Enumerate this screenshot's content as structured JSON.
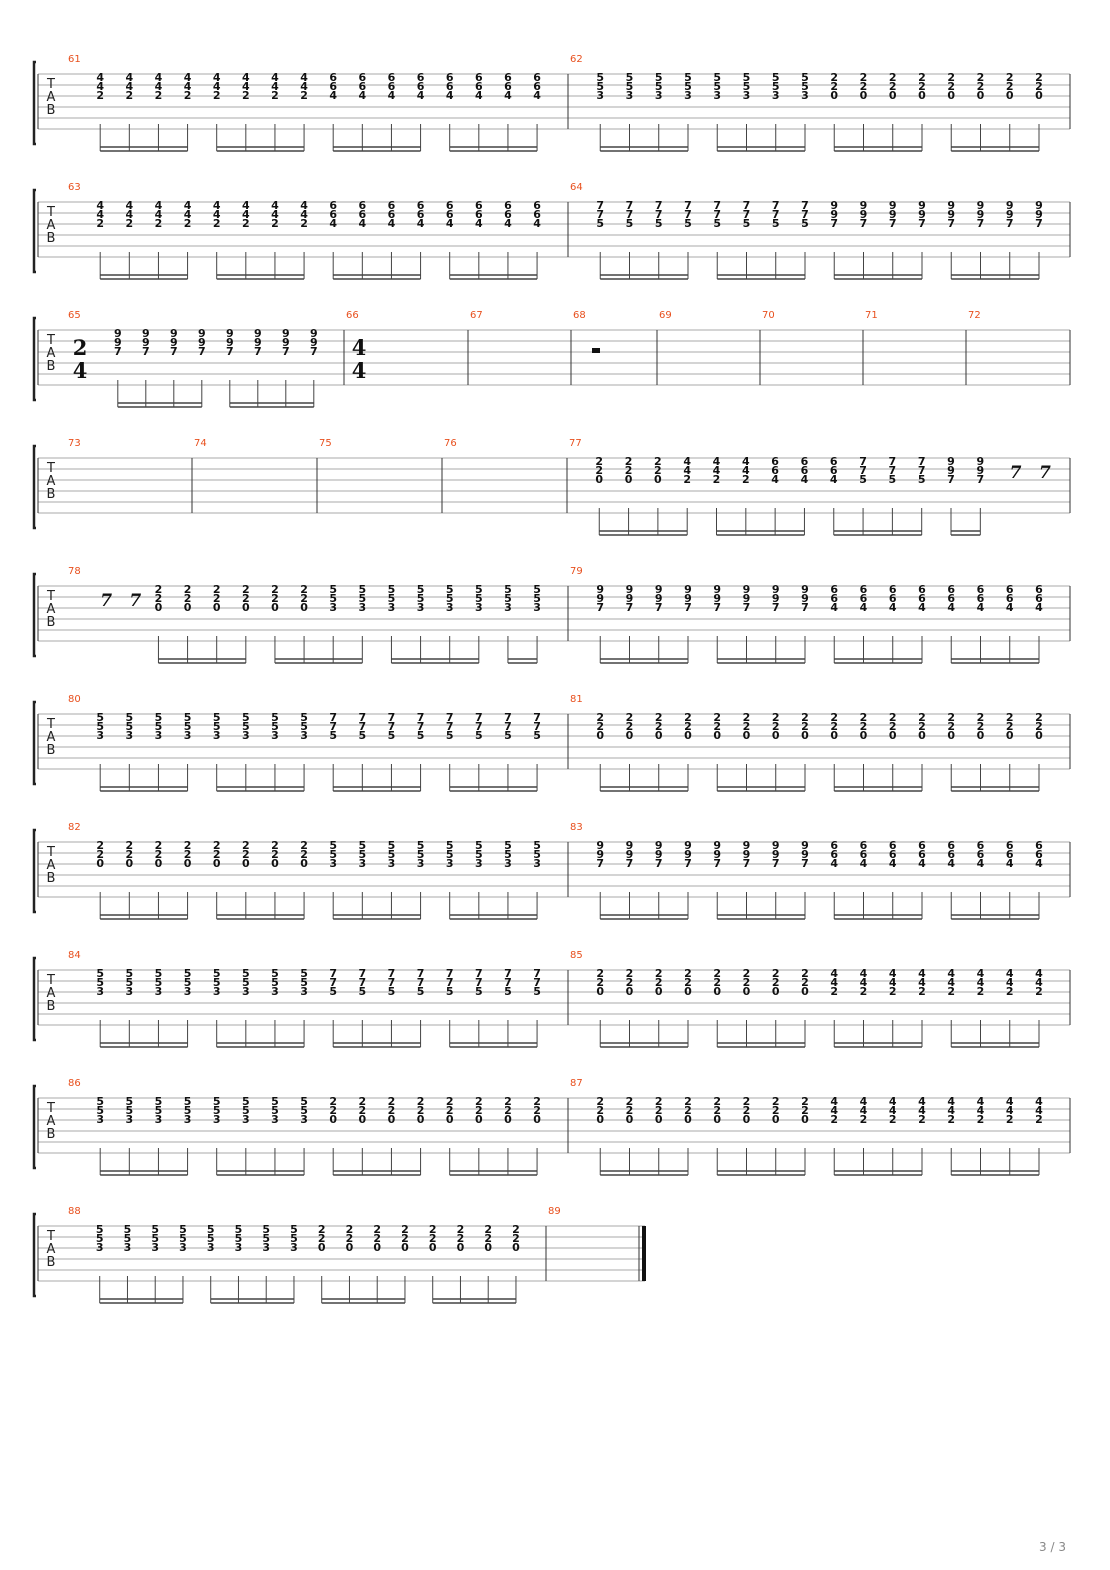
{
  "page_number": "3 / 3",
  "tab_label": [
    "T",
    "A",
    "B"
  ],
  "colors": {
    "measure_number": "#e8501e",
    "staff_line": "#aaaaaa",
    "barline": "#333333"
  },
  "systems": [
    {
      "measures": [
        {
          "number": "61",
          "pattern": {
            "n": 16,
            "chords": [
              [
                "4",
                "4",
                "2"
              ],
              [
                "6",
                "6",
                "4"
              ]
            ],
            "split": 8
          }
        },
        {
          "number": "62",
          "pattern": {
            "n": 16,
            "chords": [
              [
                "5",
                "5",
                "3"
              ],
              [
                "2",
                "2",
                "0"
              ]
            ],
            "split": 8
          }
        }
      ]
    },
    {
      "measures": [
        {
          "number": "63",
          "pattern": {
            "n": 16,
            "chords": [
              [
                "4",
                "4",
                "2"
              ],
              [
                "6",
                "6",
                "4"
              ]
            ],
            "split": 8
          }
        },
        {
          "number": "64",
          "pattern": {
            "n": 16,
            "chords": [
              [
                "7",
                "7",
                "5"
              ],
              [
                "9",
                "9",
                "7"
              ]
            ],
            "split": 8
          }
        }
      ]
    },
    {
      "measures": [
        {
          "number": "65",
          "time_signature": [
            "2",
            "4"
          ],
          "pattern": {
            "n": 8,
            "chords": [
              [
                "9",
                "9",
                "7"
              ]
            ]
          }
        },
        {
          "number": "66",
          "time_signature": [
            "4",
            "4"
          ]
        },
        {
          "number": "67"
        },
        {
          "number": "68",
          "rest": "half"
        },
        {
          "number": "69"
        },
        {
          "number": "70"
        },
        {
          "number": "71"
        },
        {
          "number": "72"
        }
      ]
    },
    {
      "measures": [
        {
          "number": "73"
        },
        {
          "number": "74"
        },
        {
          "number": "75"
        },
        {
          "number": "76"
        },
        {
          "number": "77",
          "notes": [
            [
              "2",
              "2",
              "0"
            ],
            [
              "2",
              "2",
              "0"
            ],
            [
              "2",
              "2",
              "0"
            ],
            [
              "4",
              "4",
              "2"
            ],
            [
              "4",
              "4",
              "2"
            ],
            [
              "4",
              "4",
              "2"
            ],
            [
              "6",
              "6",
              "4"
            ],
            [
              "6",
              "6",
              "4"
            ],
            [
              "6",
              "6",
              "4"
            ],
            [
              "7",
              "7",
              "5"
            ],
            [
              "7",
              "7",
              "5"
            ],
            [
              "7",
              "7",
              "5"
            ],
            [
              "9",
              "9",
              "7"
            ],
            [
              "9",
              "9",
              "7"
            ]
          ],
          "trailing_rests": 2
        }
      ]
    },
    {
      "measures": [
        {
          "number": "78",
          "leading_rests": 2,
          "notes": [
            [
              "2",
              "2",
              "0"
            ],
            [
              "2",
              "2",
              "0"
            ],
            [
              "2",
              "2",
              "0"
            ],
            [
              "2",
              "2",
              "0"
            ],
            [
              "2",
              "2",
              "0"
            ],
            [
              "2",
              "2",
              "0"
            ],
            [
              "5",
              "5",
              "3"
            ],
            [
              "5",
              "5",
              "3"
            ],
            [
              "5",
              "5",
              "3"
            ],
            [
              "5",
              "5",
              "3"
            ],
            [
              "5",
              "5",
              "3"
            ],
            [
              "5",
              "5",
              "3"
            ],
            [
              "5",
              "5",
              "3"
            ],
            [
              "5",
              "5",
              "3"
            ]
          ]
        },
        {
          "number": "79",
          "pattern": {
            "n": 16,
            "chords": [
              [
                "9",
                "9",
                "7"
              ],
              [
                "6",
                "6",
                "4"
              ]
            ],
            "split": 8
          }
        }
      ]
    },
    {
      "measures": [
        {
          "number": "80",
          "pattern": {
            "n": 16,
            "chords": [
              [
                "5",
                "5",
                "3"
              ],
              [
                "7",
                "7",
                "5"
              ]
            ],
            "split": 8
          }
        },
        {
          "number": "81",
          "pattern": {
            "n": 16,
            "chords": [
              [
                "2",
                "2",
                "0"
              ]
            ]
          }
        }
      ]
    },
    {
      "measures": [
        {
          "number": "82",
          "pattern": {
            "n": 16,
            "chords": [
              [
                "2",
                "2",
                "0"
              ],
              [
                "5",
                "5",
                "3"
              ]
            ],
            "split": 8
          }
        },
        {
          "number": "83",
          "pattern": {
            "n": 16,
            "chords": [
              [
                "9",
                "9",
                "7"
              ],
              [
                "6",
                "6",
                "4"
              ]
            ],
            "split": 8
          }
        }
      ]
    },
    {
      "measures": [
        {
          "number": "84",
          "pattern": {
            "n": 16,
            "chords": [
              [
                "5",
                "5",
                "3"
              ],
              [
                "7",
                "7",
                "5"
              ]
            ],
            "split": 8
          }
        },
        {
          "number": "85",
          "pattern": {
            "n": 16,
            "chords": [
              [
                "2",
                "2",
                "0"
              ],
              [
                "4",
                "4",
                "2"
              ]
            ],
            "split": 8
          }
        }
      ]
    },
    {
      "measures": [
        {
          "number": "86",
          "pattern": {
            "n": 16,
            "chords": [
              [
                "5",
                "5",
                "3"
              ],
              [
                "2",
                "2",
                "0"
              ]
            ],
            "split": 8
          }
        },
        {
          "number": "87",
          "pattern": {
            "n": 16,
            "chords": [
              [
                "2",
                "2",
                "0"
              ],
              [
                "4",
                "4",
                "2"
              ]
            ],
            "split": 8
          }
        }
      ]
    },
    {
      "measures": [
        {
          "number": "88",
          "pattern": {
            "n": 16,
            "chords": [
              [
                "5",
                "5",
                "3"
              ],
              [
                "2",
                "2",
                "0"
              ]
            ],
            "split": 8
          }
        },
        {
          "number": "89",
          "final": true
        }
      ]
    }
  ]
}
